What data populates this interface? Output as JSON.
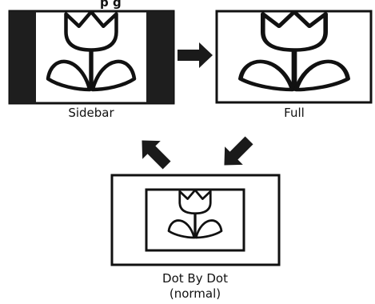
{
  "title_fragment": "p g",
  "modes": {
    "sidebar": {
      "label": "Sidebar"
    },
    "full": {
      "label": "Full"
    },
    "dot_by_dot": {
      "label_line1": "Dot By Dot",
      "label_line2": "(normal)"
    }
  },
  "colors": {
    "background": "#ffffff",
    "frame": "#111111",
    "sidebar_bar": "#1e1e1e",
    "arrow": "#1a1a1a"
  },
  "icons": {
    "tulip": "tulip-icon",
    "arrow_right": "arrow-right-icon",
    "arrow_down_left": "arrow-down-left-icon",
    "arrow_up_left": "arrow-up-left-icon"
  }
}
